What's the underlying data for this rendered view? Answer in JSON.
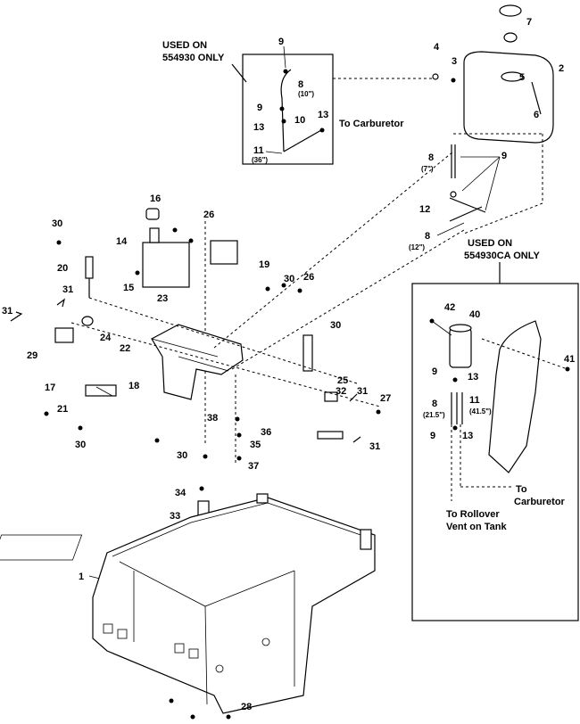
{
  "inset_top": {
    "title_line1": "USED ON",
    "title_line2": "554930 ONLY",
    "note": "To Carburetor"
  },
  "inset_right": {
    "title_line1": "USED ON",
    "title_line2": "554930CA ONLY",
    "note_carb_line1": "To",
    "note_carb_line2": "Carburetor",
    "note_rollover_line1": "To Rollover",
    "note_rollover_line2": "Vent on Tank"
  },
  "dimensions": {
    "d10": "(10\")",
    "d36": "(36\")",
    "d7": "(7\")",
    "d12": "(12\")",
    "d21_5": "(21.5\")",
    "d41_5": "(41.5\")"
  },
  "callouts": {
    "c1": "1",
    "c2": "2",
    "c3": "3",
    "c4": "4",
    "c5": "5",
    "c6": "6",
    "c7": "7",
    "c8": "8",
    "c9": "9",
    "c10": "10",
    "c11": "11",
    "c12": "12",
    "c13": "13",
    "c14": "14",
    "c15": "15",
    "c16": "16",
    "c17": "17",
    "c18": "18",
    "c19": "19",
    "c20": "20",
    "c21": "21",
    "c22": "22",
    "c23": "23",
    "c24": "24",
    "c25": "25",
    "c26": "26",
    "c27": "27",
    "c28": "28",
    "c29": "29",
    "c30": "30",
    "c31": "31",
    "c32": "32",
    "c33": "33",
    "c34": "34",
    "c35": "35",
    "c36": "36",
    "c37": "37",
    "c38": "38",
    "c40": "40",
    "c41": "41",
    "c42": "42"
  }
}
